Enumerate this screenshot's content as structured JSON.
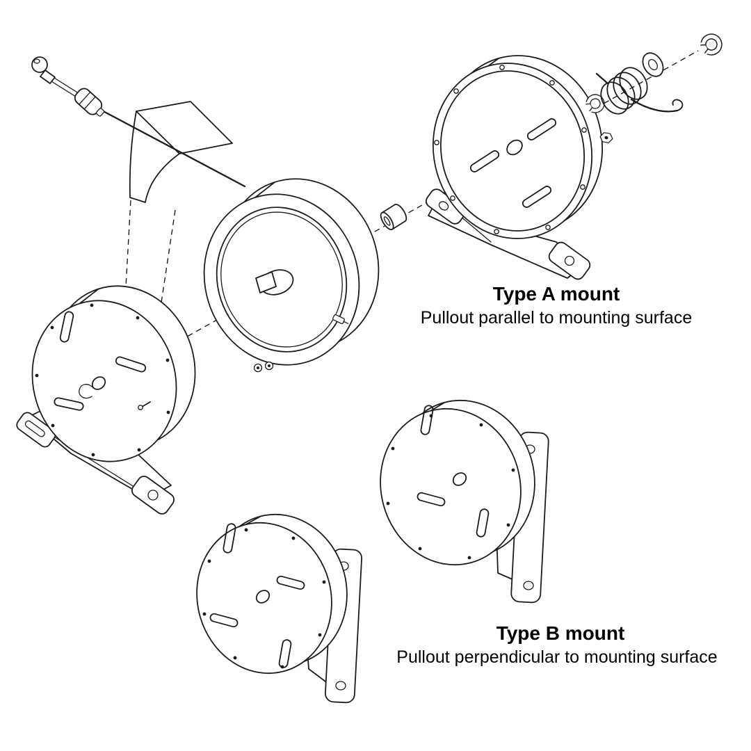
{
  "colors": {
    "background": "#ffffff",
    "line": "#1c1c1c",
    "text": "#000000"
  },
  "labels": {
    "type_a": {
      "title": "Type A mount",
      "subtitle": "Pullout parallel to mounting surface"
    },
    "type_b": {
      "title": "Type B mount",
      "subtitle": "Pullout perpendicular to mounting surface"
    }
  },
  "parts": [
    "cable-ball-end",
    "cable-adjuster-knob",
    "pull-cable",
    "cable-guide-cover",
    "reel-spool",
    "spacer-bushing",
    "spring-housing-type-a",
    "hex-nut",
    "retaining-clip-small",
    "torsion-spring",
    "flat-washer",
    "retaining-clip-large",
    "reel-assembly-type-a",
    "reel-assembly-type-b-rear",
    "reel-assembly-type-b-front"
  ]
}
